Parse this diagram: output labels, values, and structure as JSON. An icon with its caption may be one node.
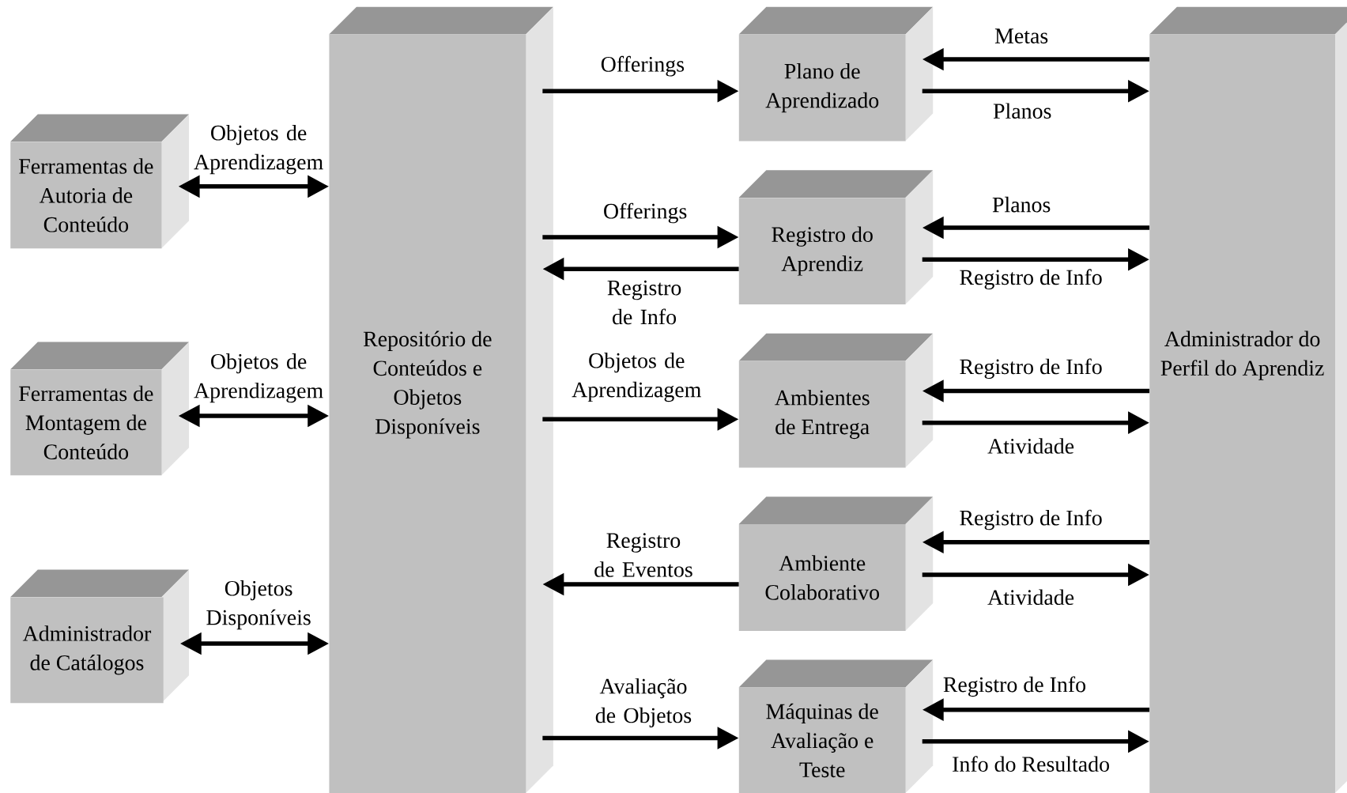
{
  "diagram": {
    "nodes": [
      {
        "text": [
          "Ferramentas de Autoria de Conteúdo"
        ]
      },
      {
        "text": [
          "Ferramentas de Montagem de Conteúdo"
        ]
      },
      {
        "text": [
          "Administrador de Catálogos"
        ]
      },
      {
        "text": [
          "Repositório de Conteúdos e Objetos Disponíveis"
        ]
      },
      {
        "text": [
          "Plano de Aprendizado"
        ]
      },
      {
        "text": [
          "Registro do Aprendiz"
        ]
      },
      {
        "text": [
          "Ambientes de Entrega"
        ]
      },
      {
        "text": [
          "Ambiente Colaborativo"
        ]
      },
      {
        "text": [
          "Máquinas de Avaliação e Teste"
        ]
      },
      {
        "text": [
          "Administrador do Perfil do Aprendiz"
        ]
      }
    ],
    "edges": [
      {
        "from": 0,
        "to": 3,
        "arrow": "both",
        "label": "Objetos de Aprendizagem"
      },
      {
        "from": 1,
        "to": 3,
        "arrow": "both",
        "label": "Objetos de Aprendizagem"
      },
      {
        "from": 2,
        "to": 3,
        "arrow": "both",
        "label": "Objetos Disponíveis"
      },
      {
        "from": 3,
        "to": 4,
        "arrow": "to",
        "label": "Offerings"
      },
      {
        "from": 9,
        "to": 4,
        "arrow": "to",
        "label": "Metas"
      },
      {
        "from": 4,
        "to": 9,
        "arrow": "to",
        "label": "Planos"
      },
      {
        "from": 3,
        "to": 5,
        "arrow": "to",
        "label": "Offerings"
      },
      {
        "from": 5,
        "to": 3,
        "arrow": "to",
        "label": "Registro de Info"
      },
      {
        "from": 9,
        "to": 5,
        "arrow": "to",
        "label": "Planos"
      },
      {
        "from": 5,
        "to": 9,
        "arrow": "to",
        "label": "Registro de Info"
      },
      {
        "from": 3,
        "to": 6,
        "arrow": "to",
        "label": "Objetos de Aprendizagem"
      },
      {
        "from": 9,
        "to": 6,
        "arrow": "to",
        "label": "Registro de Info"
      },
      {
        "from": 6,
        "to": 9,
        "arrow": "to",
        "label": "Atividade"
      },
      {
        "from": 7,
        "to": 3,
        "arrow": "to",
        "label": "Registro de Eventos"
      },
      {
        "from": 9,
        "to": 7,
        "arrow": "to",
        "label": "Registro de Info"
      },
      {
        "from": 7,
        "to": 9,
        "arrow": "to",
        "label": "Atividade"
      },
      {
        "from": 3,
        "to": 8,
        "arrow": "to",
        "label": "Avaliação de Objetos"
      },
      {
        "from": 9,
        "to": 8,
        "arrow": "to",
        "label": "Registro de Info"
      },
      {
        "from": 8,
        "to": 9,
        "arrow": "to",
        "label": "Info do Resultado"
      }
    ]
  }
}
